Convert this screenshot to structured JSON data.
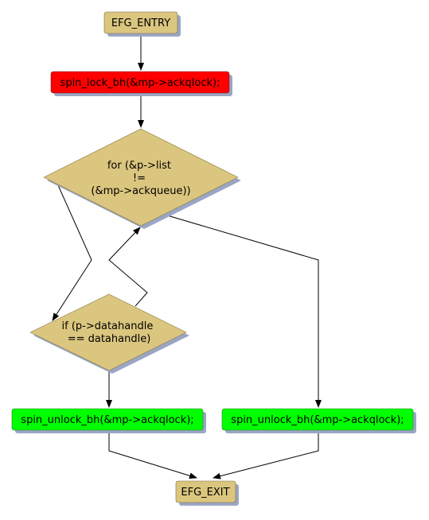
{
  "diagram": {
    "nodes": {
      "entry": {
        "shape": "rounded-rect",
        "color": "#dbc67f",
        "lines": [
          "EFG_ENTRY"
        ]
      },
      "lock": {
        "shape": "rounded-rect",
        "color": "#ff0000",
        "lines": [
          "spin_lock_bh(&mp->ackqlock);"
        ]
      },
      "loop": {
        "shape": "diamond",
        "color": "#dbc67f",
        "lines": [
          "for (&p->list",
          "!=",
          "(&mp->ackqueue))"
        ]
      },
      "cond": {
        "shape": "diamond",
        "color": "#dbc67f",
        "lines": [
          "if (p->datahandle",
          "== datahandle)"
        ]
      },
      "unlock_left": {
        "shape": "rounded-rect",
        "color": "#00ff00",
        "lines": [
          "spin_unlock_bh(&mp->ackqlock);"
        ]
      },
      "unlock_right": {
        "shape": "rounded-rect",
        "color": "#00ff00",
        "lines": [
          "spin_unlock_bh(&mp->ackqlock);"
        ]
      },
      "exit": {
        "shape": "rounded-rect",
        "color": "#dbc67f",
        "lines": [
          "EFG_EXIT"
        ]
      }
    },
    "edges": [
      {
        "from": "entry",
        "to": "lock"
      },
      {
        "from": "lock",
        "to": "loop"
      },
      {
        "from": "loop",
        "to": "cond"
      },
      {
        "from": "cond",
        "to": "loop"
      },
      {
        "from": "loop",
        "to": "unlock_right"
      },
      {
        "from": "cond",
        "to": "unlock_left"
      },
      {
        "from": "unlock_left",
        "to": "exit"
      },
      {
        "from": "unlock_right",
        "to": "exit"
      }
    ]
  }
}
